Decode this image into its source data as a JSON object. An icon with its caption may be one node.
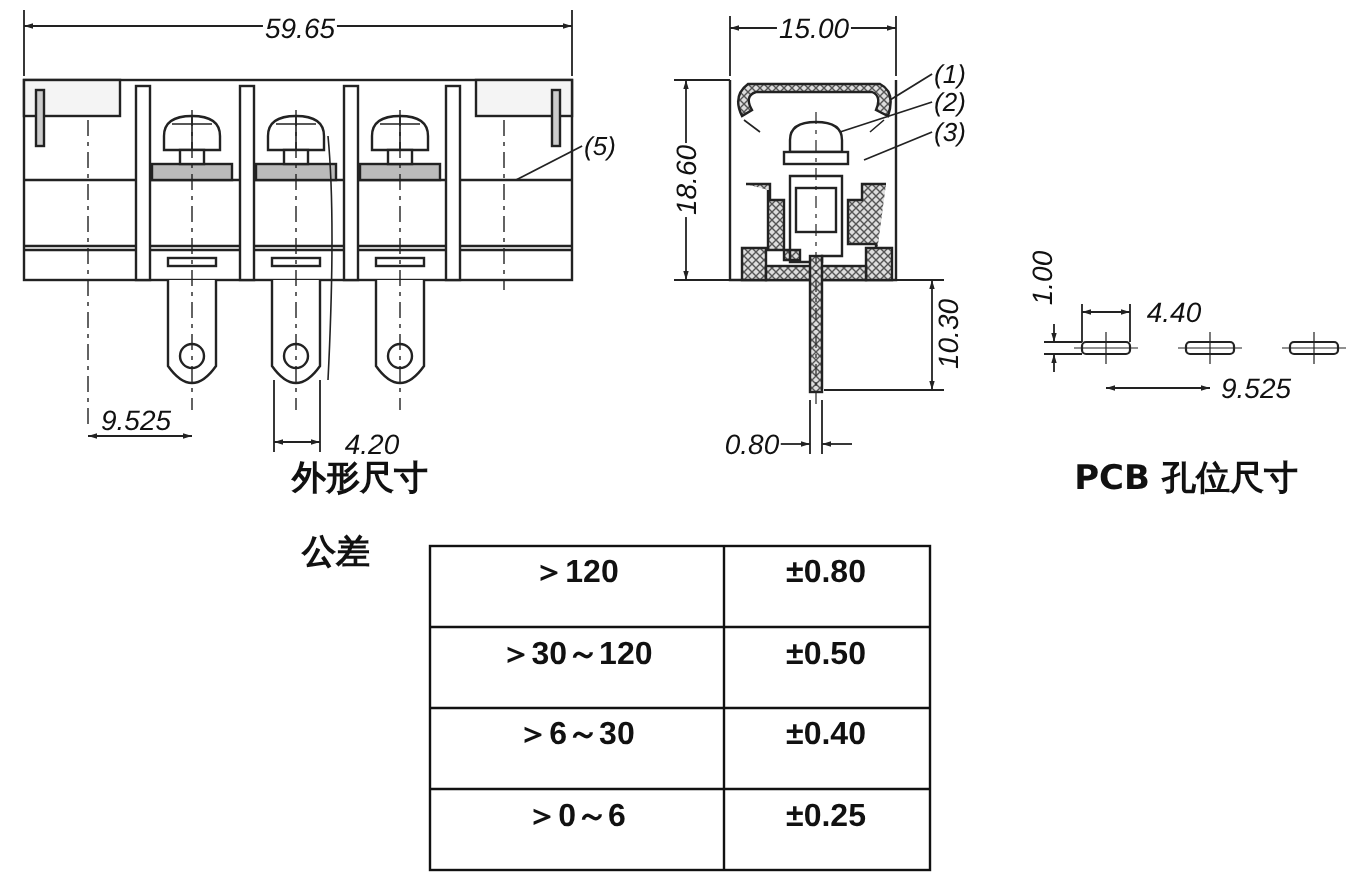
{
  "diagram": {
    "nodes": [
      {
        "text": [
          "(5)"
        ]
      },
      {
        "text": [
          "(1)"
        ]
      },
      {
        "text": [
          "(2)"
        ]
      },
      {
        "text": [
          "(3)"
        ]
      }
    ],
    "edges": [
      {
        "from": 0,
        "to": null,
        "arrow": "none"
      },
      {
        "from": 1,
        "to": null,
        "arrow": "none"
      },
      {
        "from": 2,
        "to": null,
        "arrow": "none"
      },
      {
        "from": 3,
        "to": null,
        "arrow": "none"
      }
    ],
    "labels": [
      "59.65",
      "9.525",
      "4.20",
      "外形尺寸",
      "15.00",
      "18.60",
      "10.30",
      "0.80",
      "1.00",
      "4.40",
      "9.525",
      "PCB 孔位尺寸",
      "公差",
      "＞120",
      "±0.80",
      "＞30～120",
      "±0.50",
      "＞6～30",
      "±0.40",
      "＞0～6",
      "±0.25"
    ]
  }
}
